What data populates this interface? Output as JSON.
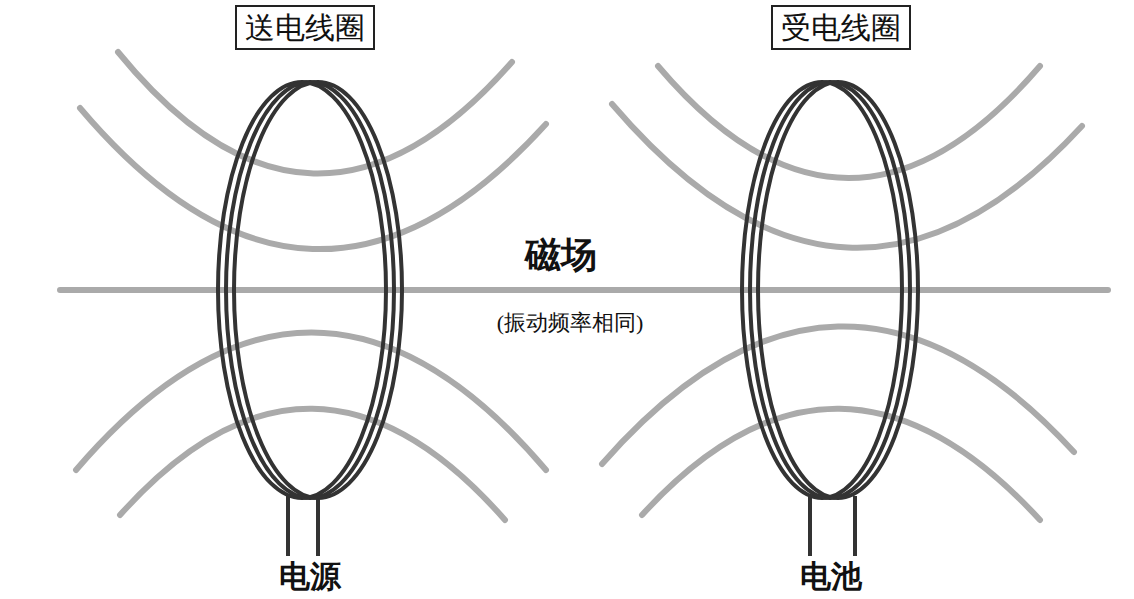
{
  "diagram": {
    "nodes": [
      {
        "text": [
          "送电线圈"
        ]
      },
      {
        "text": [
          "受电线圈"
        ]
      }
    ],
    "labels": [
      "磁场",
      "(振动频率相同)",
      "电源",
      "电池"
    ]
  }
}
